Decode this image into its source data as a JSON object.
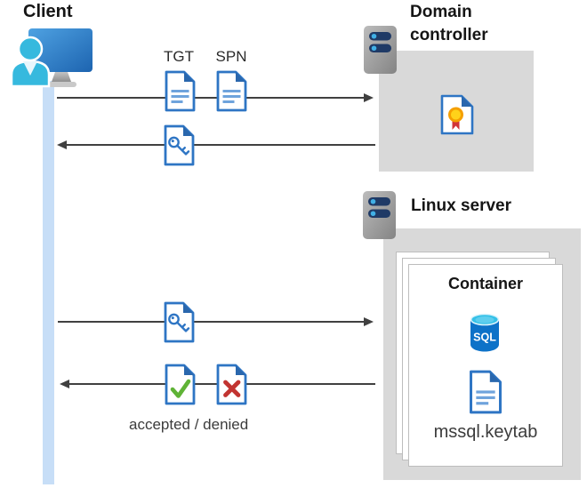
{
  "client": {
    "label": "Client"
  },
  "flow_top": {
    "tgt_label": "TGT",
    "spn_label": "SPN"
  },
  "domain_controller": {
    "label": "Domain controller"
  },
  "linux_server": {
    "label": "Linux server"
  },
  "container": {
    "label": "Container",
    "sql_label": "SQL",
    "keytab_label": "mssql.keytab"
  },
  "flow_bottom": {
    "result_label": "accepted / denied"
  },
  "icons": {
    "client": "monitor-with-user",
    "domain_controller": "server-rack",
    "linux_server": "server-rack",
    "ticket_request": "document-text",
    "ticket_granted": "document-key",
    "certificate": "document-certificate",
    "database": "sql-database-cylinder",
    "accepted": "document-check",
    "denied": "document-x"
  },
  "colors": {
    "doc_blue": "#2e75c4",
    "fold_blue": "#2a67ad",
    "doc_line_blue": "#6ea3dc",
    "success_green": "#5fb336",
    "error_red": "#c23431",
    "lifeline_blue": "#c7def7",
    "box_gray": "#d9d9d9",
    "arrow_gray": "#404040",
    "server_navy": "#1f3a66",
    "dot_cyan": "#41b0e6",
    "person_cyan": "#36b9de",
    "sql_blue": "#0d72c8",
    "sql_cyan": "#35c1e8",
    "cert_yellow": "#ffd21a",
    "cert_orange": "#f59f00",
    "cert_red": "#d13438",
    "title_color": "#151515",
    "text_color": "#3c3c3c"
  }
}
